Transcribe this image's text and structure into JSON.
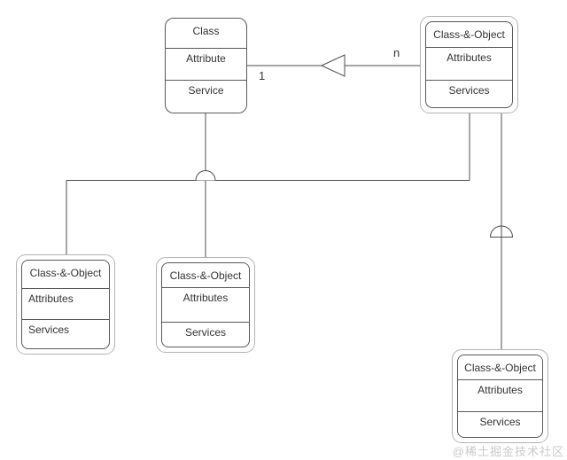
{
  "boxes": {
    "class_top": {
      "title": "Class",
      "attributes": "Attribute",
      "services": "Service"
    },
    "top_right": {
      "title": "Class-&-Object",
      "attributes": "Attributes",
      "services": "Services"
    },
    "bottom_left": {
      "title": "Class-&-Object",
      "attributes": "Attributes",
      "services": "Services"
    },
    "bottom_center": {
      "title": "Class-&-Object",
      "attributes": "Attributes",
      "services": "Services"
    },
    "bottom_right": {
      "title": "Class-&-Object",
      "attributes": "Attributes",
      "services": "Services"
    }
  },
  "connector_labels": {
    "one": "1",
    "many": "n"
  },
  "watermark": "@稀土掘金技术社区",
  "colors": {
    "line": "#4d4d4d",
    "inner_border": "#595959",
    "outer_border": "#b3b3b3",
    "text": "#333333",
    "watermark": "#c9c9c9"
  }
}
